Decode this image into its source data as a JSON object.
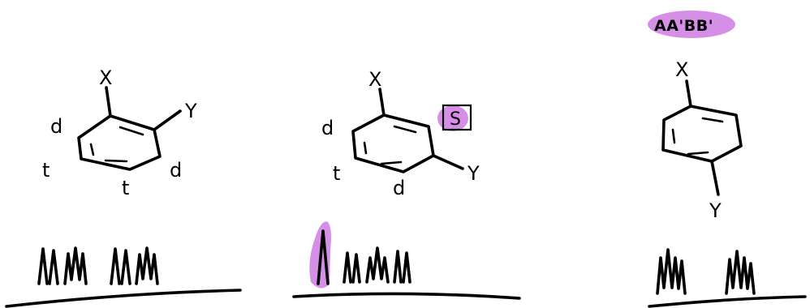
{
  "colors": {
    "ink": "#000000",
    "highlight": "#d58fe6",
    "background": "#ffffff"
  },
  "panels": [
    {
      "id": "ortho",
      "substituent_1": "X",
      "substituent_2": "Y",
      "ring_labels": [
        "d",
        "t",
        "t",
        "d"
      ]
    },
    {
      "id": "meta",
      "substituent_1": "X",
      "substituent_2": "Y",
      "singlet_label": "S",
      "ring_labels": [
        "d",
        "t",
        "d"
      ]
    },
    {
      "id": "para",
      "title": "AA'BB'",
      "substituent_1": "X",
      "substituent_2": "Y"
    }
  ]
}
